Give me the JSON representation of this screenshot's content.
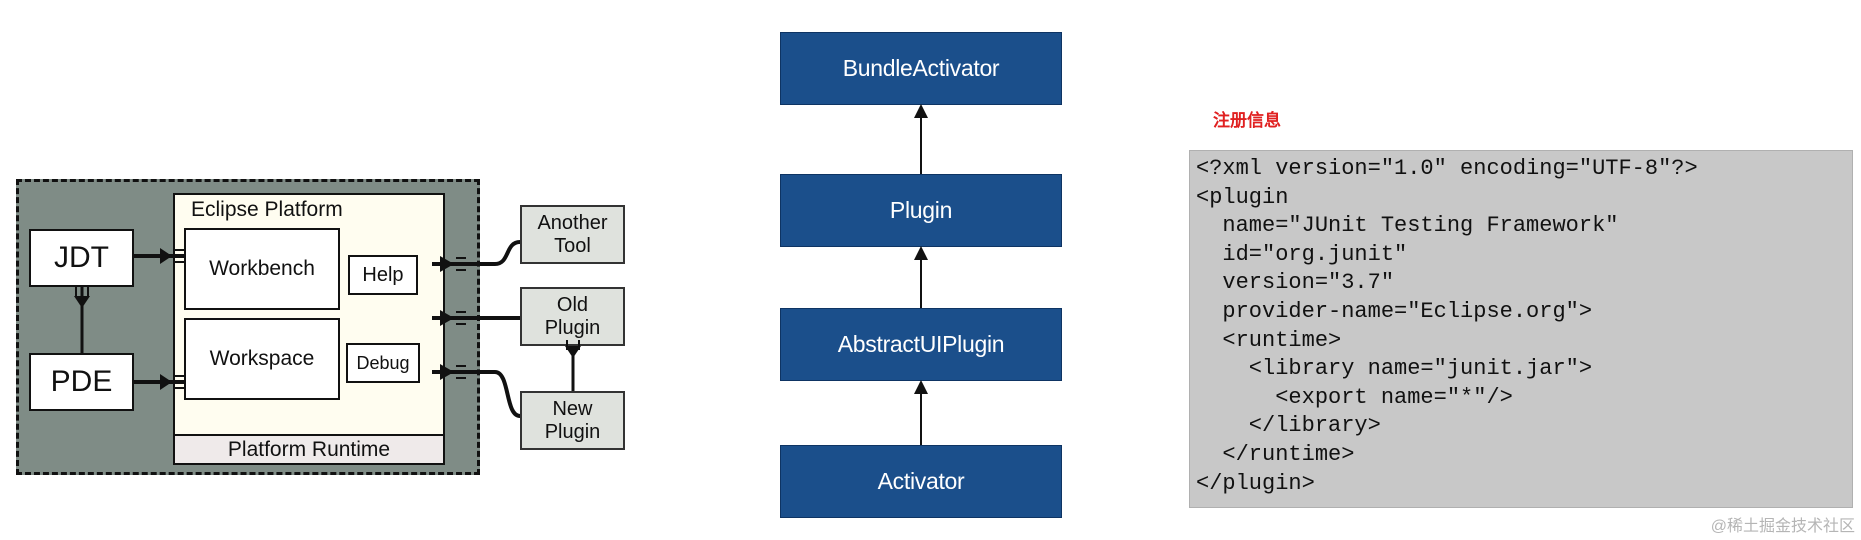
{
  "eclipse": {
    "platform_title": "Eclipse Platform",
    "workbench": "Workbench",
    "workspace": "Workspace",
    "help": "Help",
    "debug": "Debug",
    "runtime": "Platform Runtime",
    "jdt": "JDT",
    "pde": "PDE",
    "another_tool": "Another\nTool",
    "old_plugin": "Old\nPlugin",
    "new_plugin": "New\nPlugin"
  },
  "hierarchy": {
    "classes": [
      "BundleActivator",
      "Plugin",
      "AbstractUIPlugin",
      "Activator"
    ]
  },
  "registration": {
    "label": "注册信息",
    "code_lines": [
      "<?xml version=\"1.0\" encoding=\"UTF-8\"?>",
      "<plugin",
      "  name=\"JUnit Testing Framework\"",
      "  id=\"org.junit\"",
      "  version=\"3.7\"",
      "  provider-name=\"Eclipse.org\">",
      "  <runtime>",
      "    <library name=\"junit.jar\">",
      "      <export name=\"*\"/>",
      "    </library>",
      "  </runtime>",
      "</plugin>"
    ]
  },
  "watermark": "@稀土掘金技术社区"
}
